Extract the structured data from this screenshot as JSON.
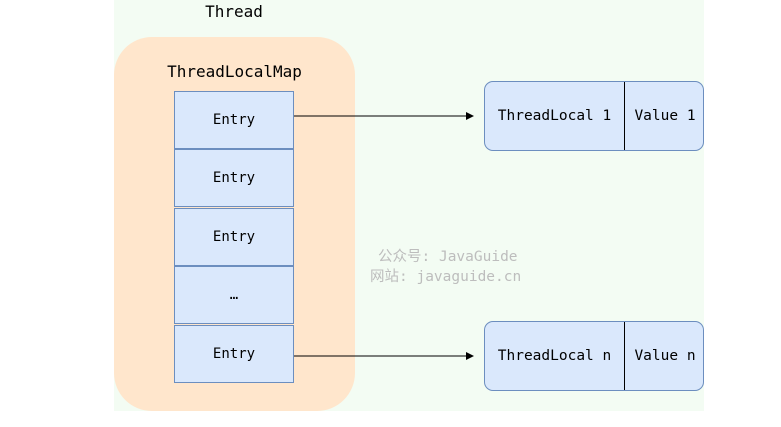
{
  "thread": {
    "title": "Thread"
  },
  "map": {
    "title": "ThreadLocalMap"
  },
  "entries": [
    "Entry",
    "Entry",
    "Entry",
    "…",
    "Entry"
  ],
  "thread_locals": [
    {
      "key": "ThreadLocal 1",
      "value": "Value 1"
    },
    {
      "key": "ThreadLocal n",
      "value": "Value n"
    }
  ],
  "watermark": {
    "line1": "公众号: JavaGuide",
    "line2": "网站: javaguide.cn"
  },
  "colors": {
    "thread_bg": "#f3fcf3",
    "map_bg": "#ffe6cc",
    "entry_fill": "#dae8fc",
    "entry_stroke": "#6c8ebf",
    "arrow": "#000000"
  }
}
